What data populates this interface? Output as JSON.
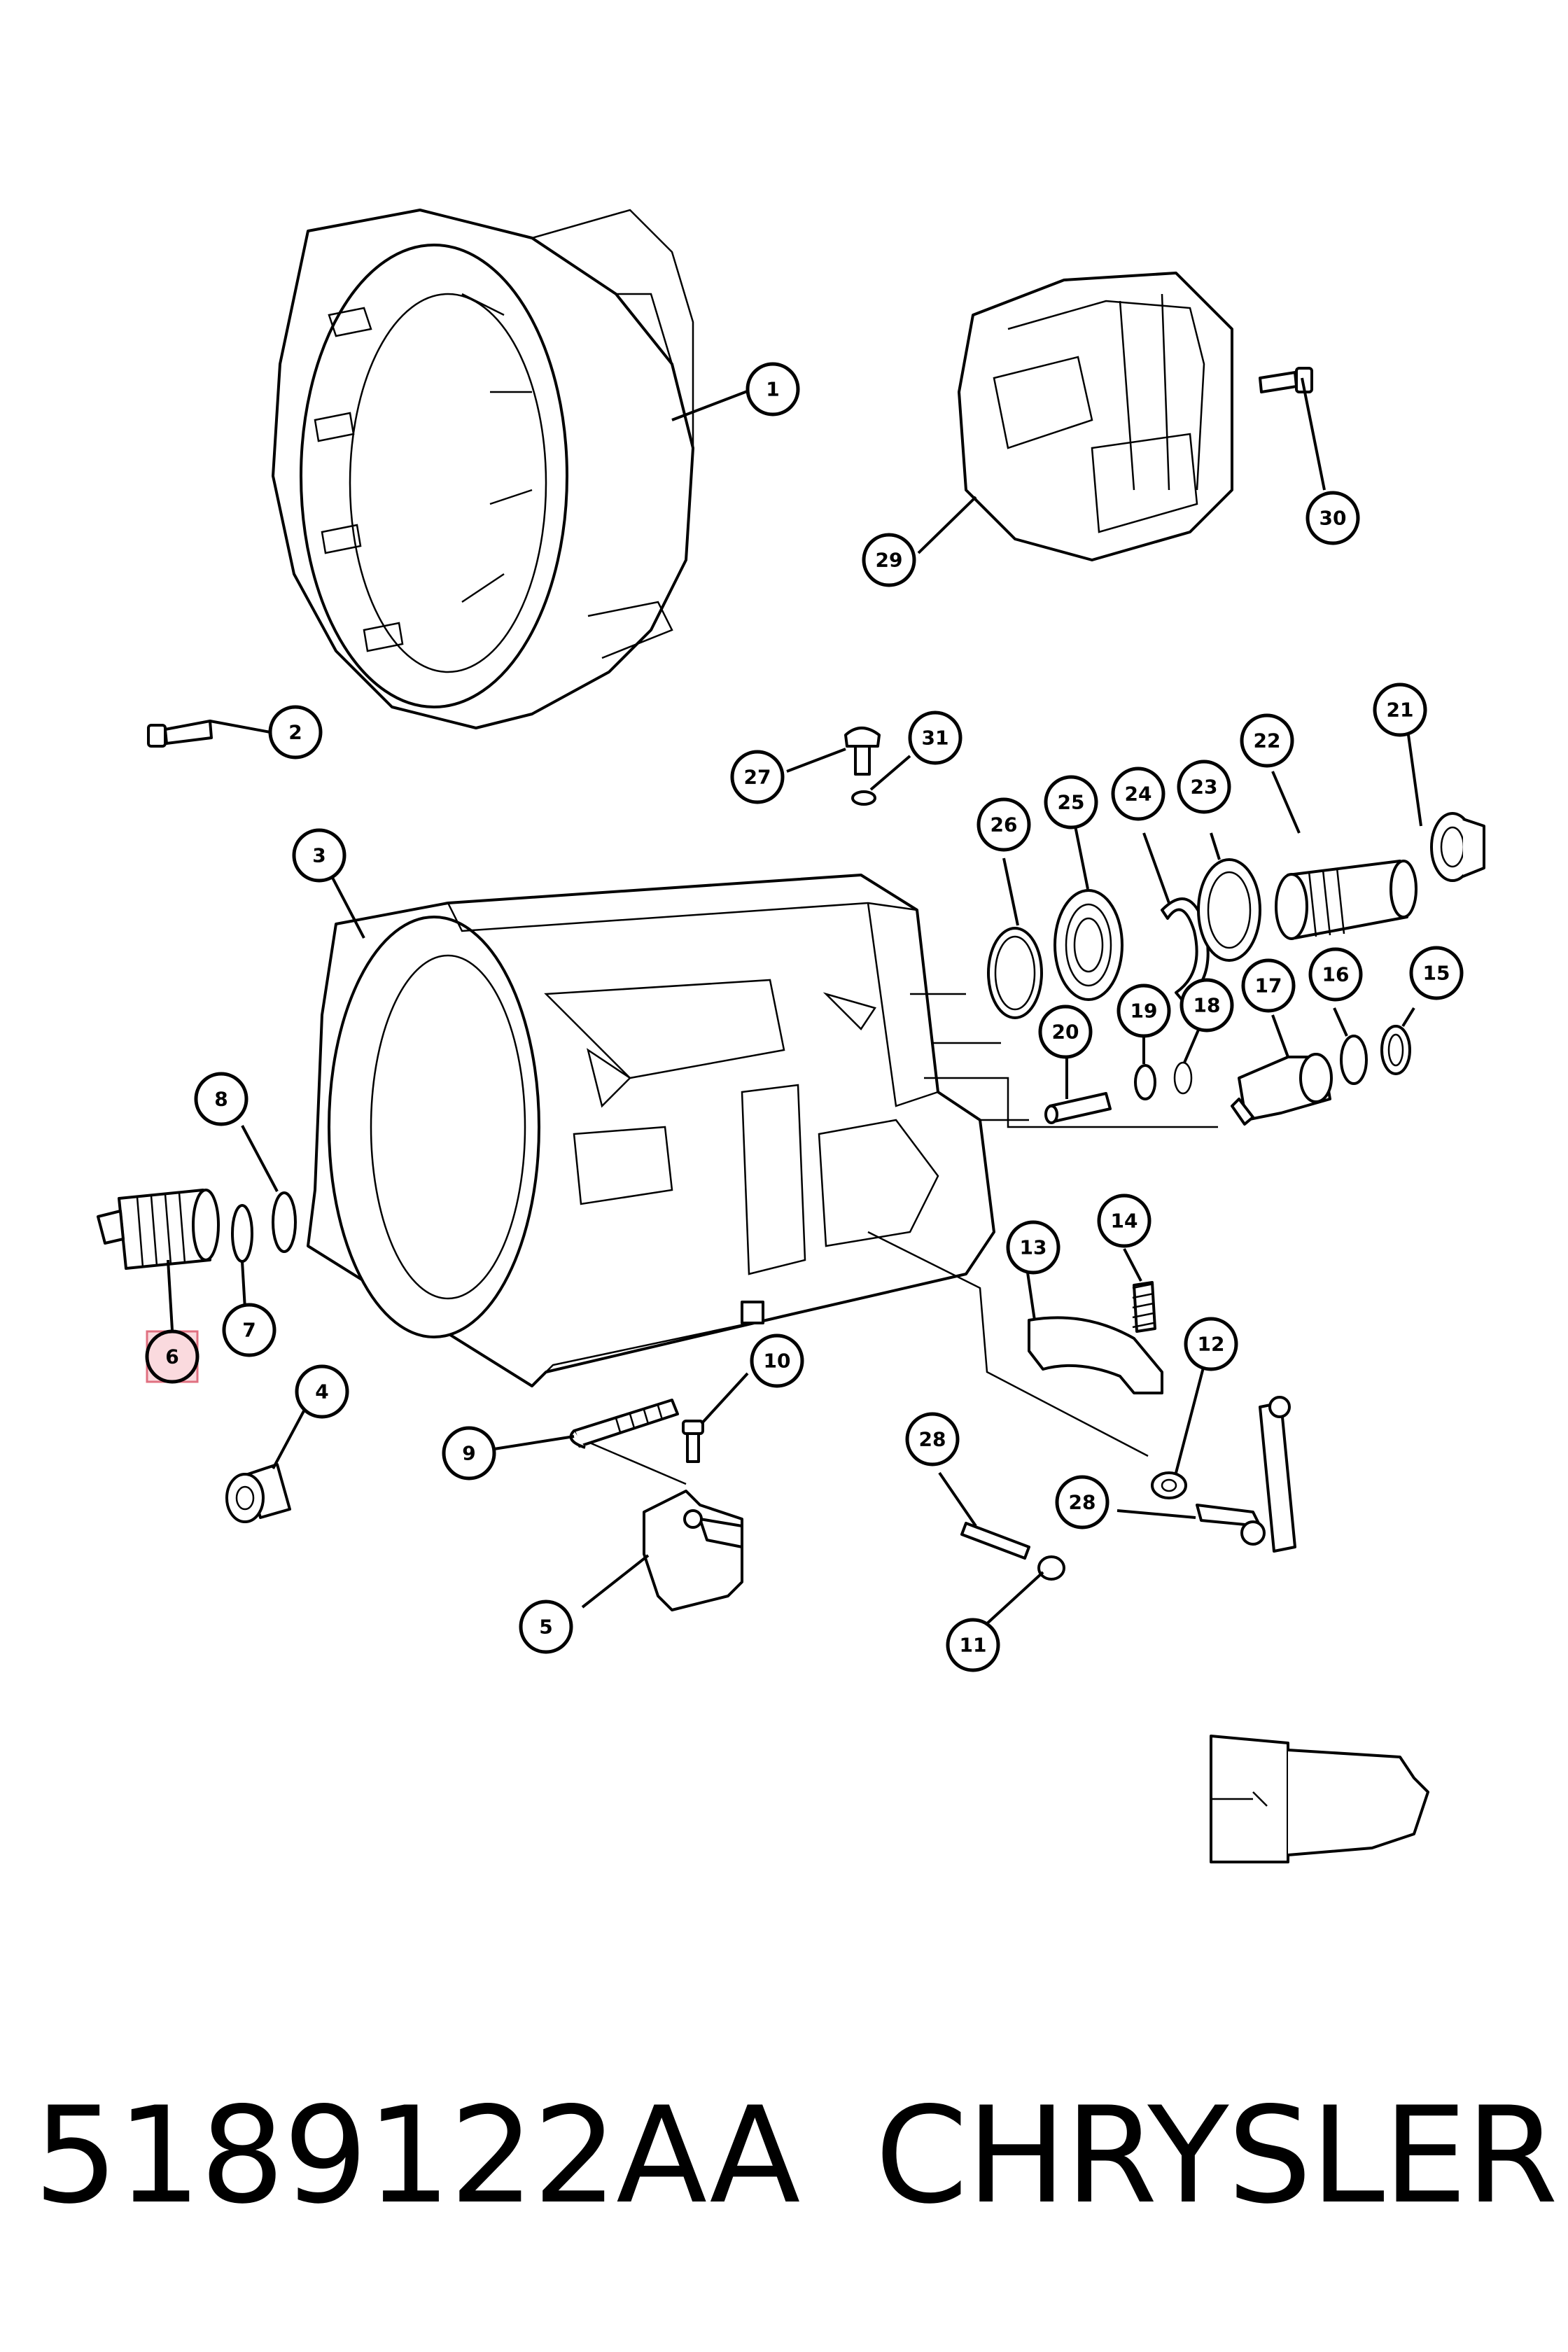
{
  "footer": {
    "part_number": "5189122AA",
    "brand": "CHRYSLER"
  },
  "highlight_color": "#f09aa6",
  "highlighted_callout": "6",
  "callouts": [
    {
      "id": "c1",
      "label": "1"
    },
    {
      "id": "c2",
      "label": "2"
    },
    {
      "id": "c3",
      "label": "3"
    },
    {
      "id": "c4",
      "label": "4"
    },
    {
      "id": "c5",
      "label": "5"
    },
    {
      "id": "c6",
      "label": "6"
    },
    {
      "id": "c7",
      "label": "7"
    },
    {
      "id": "c8",
      "label": "8"
    },
    {
      "id": "c9",
      "label": "9"
    },
    {
      "id": "c10",
      "label": "10"
    },
    {
      "id": "c11",
      "label": "11"
    },
    {
      "id": "c12",
      "label": "12"
    },
    {
      "id": "c13",
      "label": "13"
    },
    {
      "id": "c14",
      "label": "14"
    },
    {
      "id": "c15",
      "label": "15"
    },
    {
      "id": "c16",
      "label": "16"
    },
    {
      "id": "c17",
      "label": "17"
    },
    {
      "id": "c18",
      "label": "18"
    },
    {
      "id": "c19",
      "label": "19"
    },
    {
      "id": "c20",
      "label": "20"
    },
    {
      "id": "c21",
      "label": "21"
    },
    {
      "id": "c22",
      "label": "22"
    },
    {
      "id": "c23",
      "label": "23"
    },
    {
      "id": "c24",
      "label": "24"
    },
    {
      "id": "c25",
      "label": "25"
    },
    {
      "id": "c26",
      "label": "26"
    },
    {
      "id": "c27",
      "label": "27"
    },
    {
      "id": "c28a",
      "label": "28"
    },
    {
      "id": "c28b",
      "label": "28"
    },
    {
      "id": "c29",
      "label": "29"
    },
    {
      "id": "c30",
      "label": "30"
    },
    {
      "id": "c31",
      "label": "31"
    }
  ]
}
